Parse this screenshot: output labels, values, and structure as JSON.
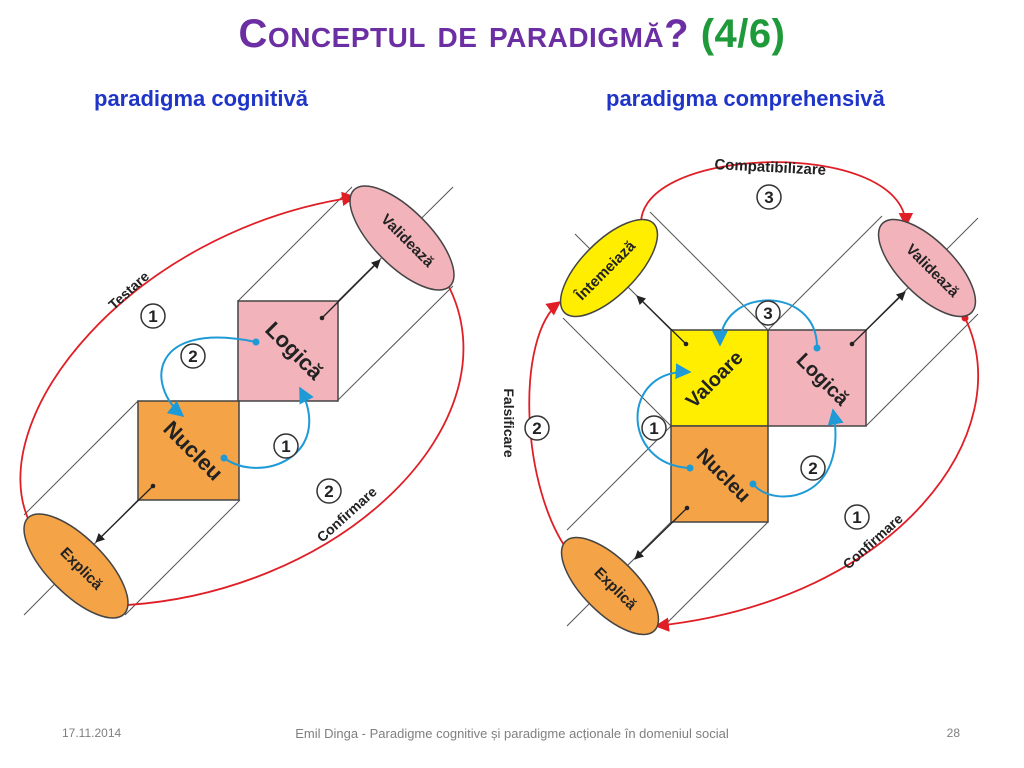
{
  "slide": {
    "title_main": "Conceptul de paradigmă?",
    "title_part": "(4/6)",
    "subtitle_left": "paradigma cognitivă",
    "subtitle_right": "paradigma comprehensivă"
  },
  "left_diagram": {
    "box_nucleu": "Nucleu",
    "box_logica": "Logică",
    "oval_valideaza": "Validează",
    "oval_explica": "Explică",
    "arc_testare": "Testare",
    "arc_confirmare": "Confirmare",
    "num_1a": "1",
    "num_2a": "2",
    "num_1b": "1",
    "num_2b": "2"
  },
  "right_diagram": {
    "box_valoare": "Valoare",
    "box_logica": "Logică",
    "box_nucleu": "Nucleu",
    "oval_intemeiaza": "Întemeiază",
    "oval_valideaza": "Validează",
    "oval_explica": "Explică",
    "arc_compatibilizare": "Compatibilizare",
    "arc_falsificare": "Falsificare",
    "arc_confirmare": "Confirmare",
    "num_3a": "3",
    "num_2a": "2",
    "num_3b": "3",
    "num_1a": "1",
    "num_2b": "2",
    "num_1b": "1"
  },
  "colors": {
    "title": "#6b2fa3",
    "title_part": "#1e9a3a",
    "subtitle": "#1f35c8",
    "orange": "#f4a347",
    "pink": "#f2b3bb",
    "yellow": "#ffee00",
    "red_arc": "#e01e26",
    "blue_arc": "#1e9ad6"
  },
  "footer": {
    "date": "17.11.2014",
    "center": "Emil Dinga - Paradigme cognitive și paradigme acționale în domeniul social",
    "page": "28"
  }
}
